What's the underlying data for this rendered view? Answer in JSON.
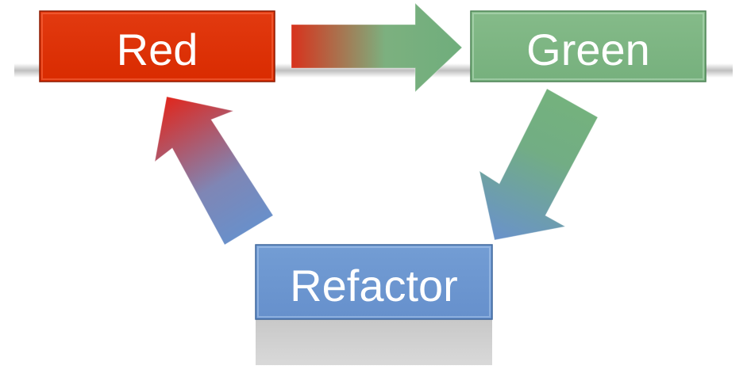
{
  "diagram": {
    "nodes": [
      {
        "id": "red",
        "label": "Red",
        "color": "#DD2C00"
      },
      {
        "id": "green",
        "label": "Green",
        "color": "#7DB583"
      },
      {
        "id": "refactor",
        "label": "Refactor",
        "color": "#6A96D0"
      }
    ],
    "edges": [
      {
        "from": "red",
        "to": "green"
      },
      {
        "from": "green",
        "to": "refactor"
      },
      {
        "from": "refactor",
        "to": "red"
      }
    ]
  }
}
